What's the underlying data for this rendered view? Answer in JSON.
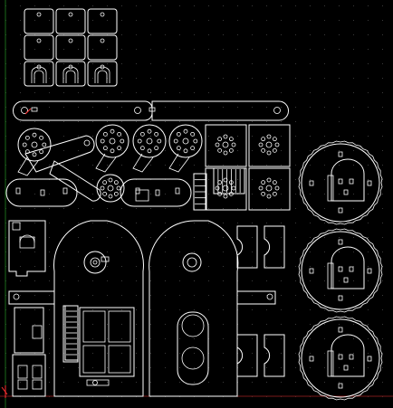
{
  "canvas": {
    "background": "#000000",
    "line_color": "#ffffff",
    "grid_dot_color": "#3a3a3a",
    "x_axis_color": "#7a1a1a",
    "y_axis_color": "#1a6a1a",
    "origin_marker_color": "#ff3030"
  },
  "parts": {
    "key_tiles": 9,
    "round_discs": 3,
    "square_gear_plates": 4,
    "small_gear_plates": 5
  }
}
